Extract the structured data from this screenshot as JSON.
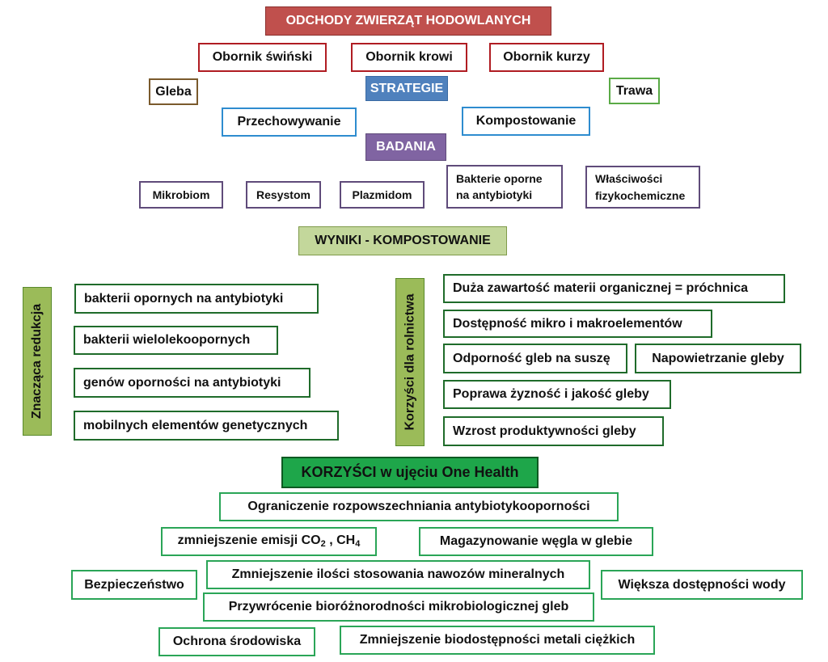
{
  "colors": {
    "header_red": "#c0504d",
    "waste_border": "#b01c22",
    "strategy_blue": "#4f81bd",
    "strategy_border": "#2e8ccf",
    "research_purple": "#8064a2",
    "research_border": "#5f4b7a",
    "soil_border": "#7a5a2c",
    "grass_border": "#5aaa46",
    "results_green": "#c3d79b",
    "side_green": "#9bbb59",
    "benefit_border": "#1f6b2a",
    "onehealth_green": "#1ea64a",
    "onehealth_border": "#2aa557"
  },
  "top": {
    "title": "ODCHODY ZWIERZĄT HODOWLANYCH",
    "waste_types": [
      "Obornik świński",
      "Obornik krowi",
      "Obornik kurzy"
    ],
    "soil": "Gleba",
    "grass": "Trawa",
    "strategies_label": "STRATEGIE",
    "strategies": [
      "Przechowywanie",
      "Kompostowanie"
    ],
    "research_label": "BADANIA",
    "research_items": [
      "Mikrobiom",
      "Resystom",
      "Plazmidom",
      "Bakterie oporne na antybiotyki",
      "Właściwości fizykochemiczne"
    ]
  },
  "results": {
    "title": "WYNIKI - KOMPOSTOWANIE",
    "reduction_label": "Znacząca redukcja",
    "reduction_items": [
      "bakterii opornych na antybiotyki",
      "bakterii wielolekoopornych",
      "genów oporności na antybiotyki",
      "mobilnych elementów genetycznych"
    ],
    "agriculture_label": "Korzyści dla rolnictwa",
    "agriculture_items": [
      "Duża zawartość materii organicznej = próchnica",
      "Dostępność mikro i makroelementów",
      "Odporność gleb na suszę",
      "Napowietrzanie gleby",
      "Poprawa żyzność i jakość gleby",
      "Wzrost produktywności gleby"
    ]
  },
  "one_health": {
    "title": "KORZYŚCI w ujęciu One Health",
    "limit_resistance": "Ograniczenie rozpowszechniania antybiotykooporności",
    "emissions_prefix": "zmniejszenie emisji CO",
    "emissions_sub1": "2",
    "emissions_middle": " , CH",
    "emissions_sub2": "4",
    "carbon_storage": "Magazynowanie węgla w glebie",
    "safety": "Bezpieczeństwo",
    "fertilizers": "Zmniejszenie ilości stosowania nawozów mineralnych",
    "water": "Większa dostępności wody",
    "biodiversity": "Przywrócenie bioróżnorodności mikrobiologicznej gleb",
    "environment": "Ochrona środowiska",
    "heavy_metals": "Zmniejszenie biodostępności metali ciężkich"
  }
}
